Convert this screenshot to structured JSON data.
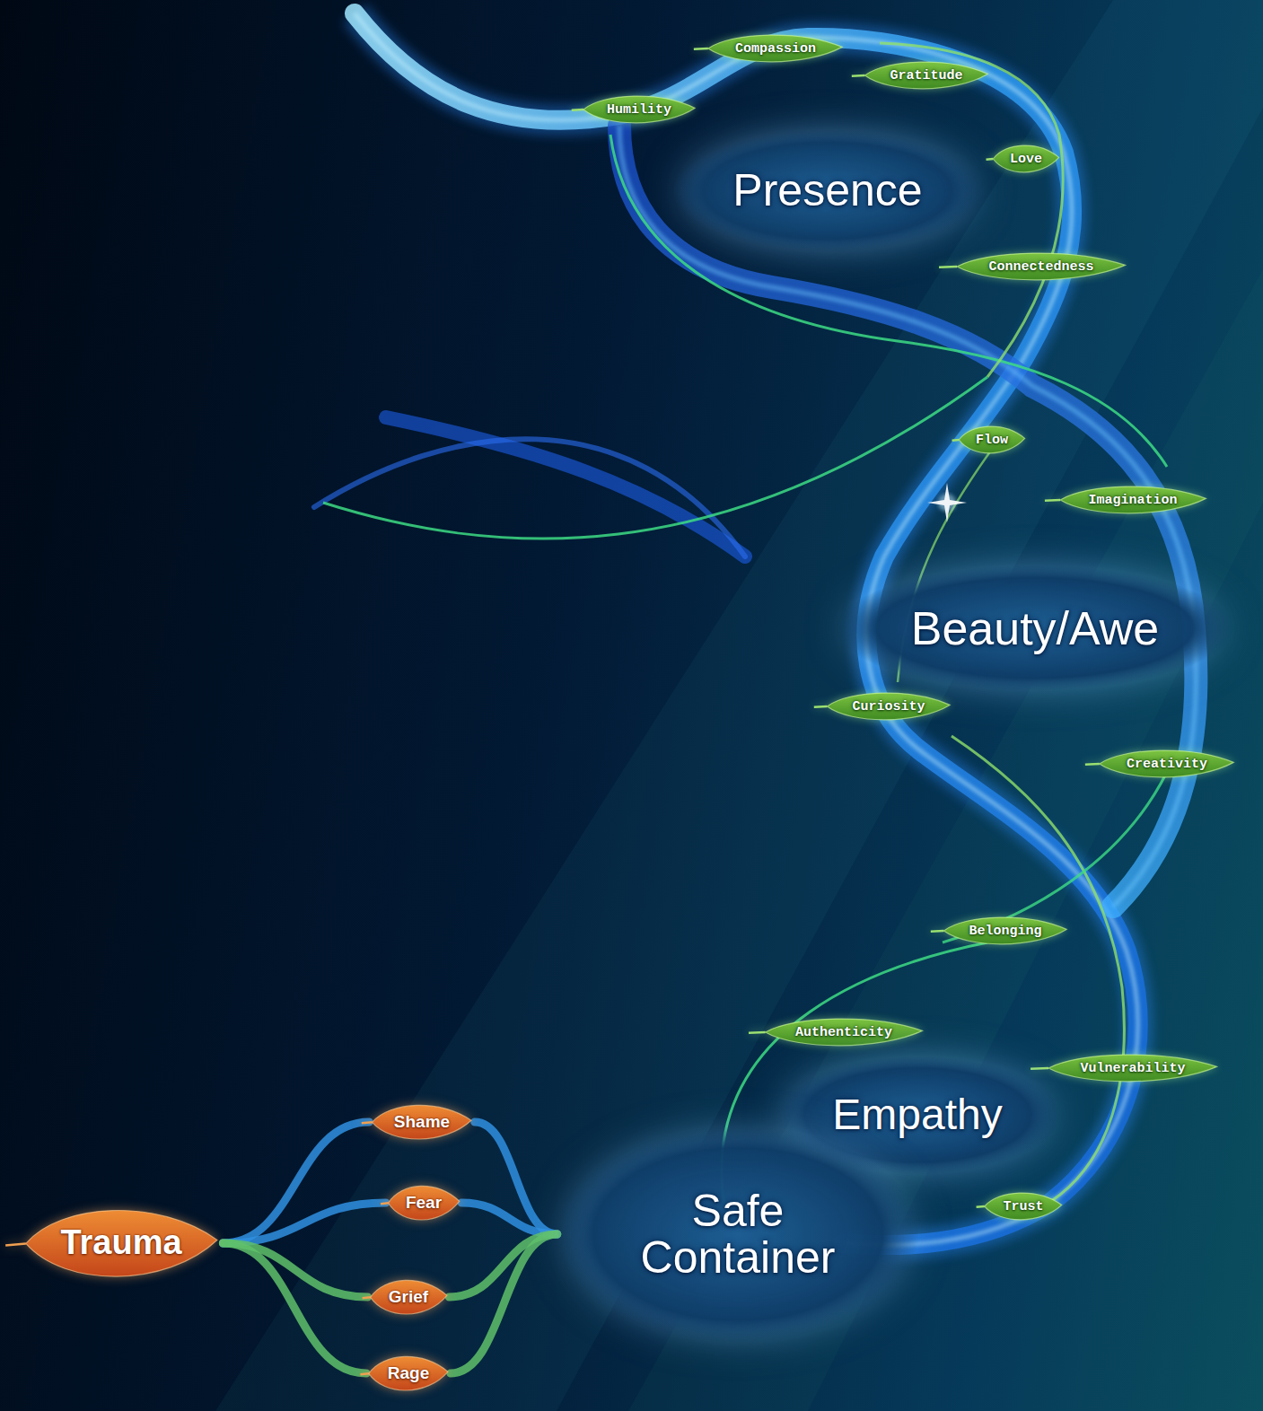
{
  "diagram": {
    "nodes": [
      {
        "text": [
          "Humility"
        ]
      },
      {
        "text": [
          "Compassion"
        ]
      },
      {
        "text": [
          "Gratitude"
        ]
      },
      {
        "text": [
          "Love"
        ]
      },
      {
        "text": [
          "Presence"
        ]
      },
      {
        "text": [
          "Connectedness"
        ]
      },
      {
        "text": [
          "Flow"
        ]
      },
      {
        "text": [
          "Imagination"
        ]
      },
      {
        "text": [
          "Beauty/Awe"
        ]
      },
      {
        "text": [
          "Curiosity"
        ]
      },
      {
        "text": [
          "Creativity"
        ]
      },
      {
        "text": [
          "Belonging"
        ]
      },
      {
        "text": [
          "Authenticity"
        ]
      },
      {
        "text": [
          "Vulnerability"
        ]
      },
      {
        "text": [
          "Empathy"
        ]
      },
      {
        "text": [
          "Trust"
        ]
      },
      {
        "text": [
          "Shame"
        ]
      },
      {
        "text": [
          "Fear"
        ]
      },
      {
        "text": [
          "Trauma"
        ]
      },
      {
        "text": [
          "Safe Container"
        ]
      },
      {
        "text": [
          "Grief"
        ]
      },
      {
        "text": [
          "Rage"
        ]
      }
    ],
    "edges": [
      {
        "from": 18,
        "to": 16,
        "arrow": "none"
      },
      {
        "from": 18,
        "to": 17,
        "arrow": "none"
      },
      {
        "from": 18,
        "to": 20,
        "arrow": "none"
      },
      {
        "from": 18,
        "to": 21,
        "arrow": "none"
      },
      {
        "from": 16,
        "to": 19,
        "arrow": "none"
      },
      {
        "from": 17,
        "to": 19,
        "arrow": "none"
      },
      {
        "from": 20,
        "to": 19,
        "arrow": "none"
      },
      {
        "from": 21,
        "to": 19,
        "arrow": "none"
      }
    ]
  }
}
